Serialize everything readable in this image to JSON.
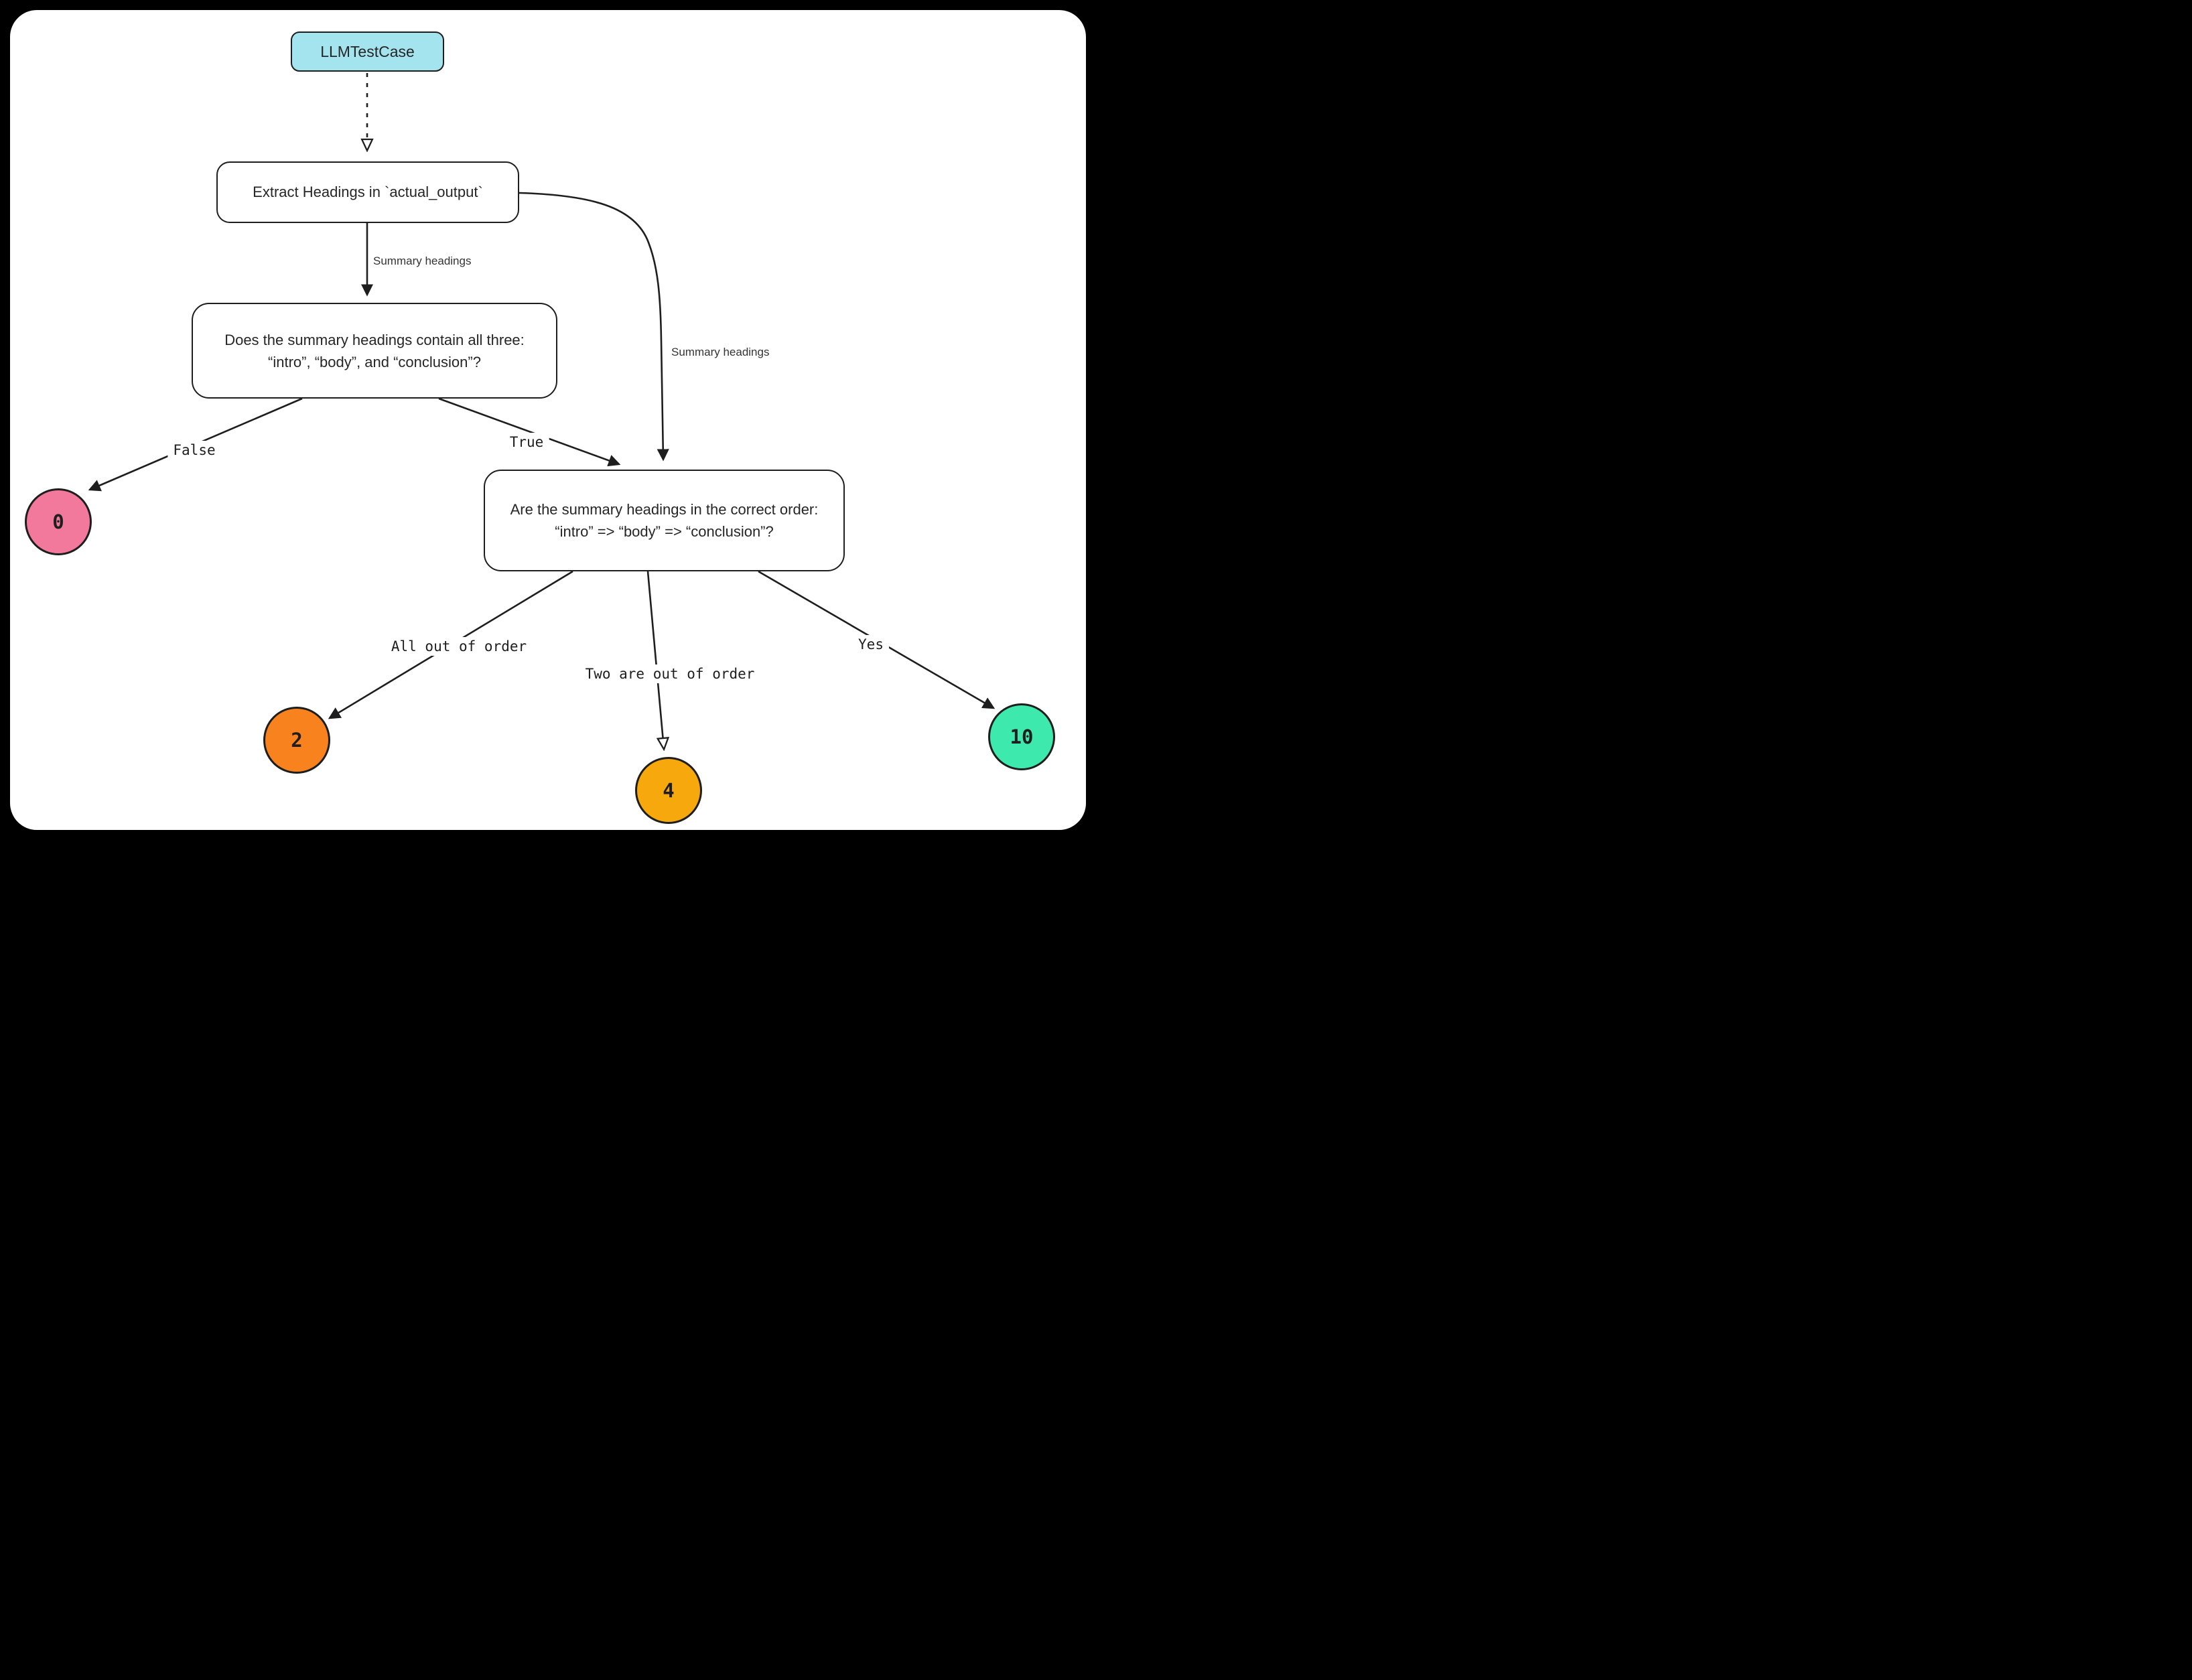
{
  "frame": {
    "background": "#000000",
    "canvas_background": "#ffffff",
    "stroke": "#1e1e1e"
  },
  "nodes": {
    "llm_test_case": {
      "label": "LLMTestCase",
      "fill": "#a3e4ef"
    },
    "extract_headings": {
      "label": "Extract Headings in `actual_output`",
      "fill": "#ffffff"
    },
    "contains_check": {
      "line1": "Does the summary headings contain all three:",
      "line2": "“intro”, “body”, and “conclusion”?",
      "fill": "#ffffff"
    },
    "order_check": {
      "line1": "Are the summary headings in the correct order:",
      "line2": "“intro” => “body” => “conclusion”?",
      "fill": "#ffffff"
    }
  },
  "edges": {
    "summary_headings_left": {
      "label": "Summary headings"
    },
    "summary_headings_right": {
      "label": "Summary headings"
    },
    "false_branch": {
      "label": "False"
    },
    "true_branch": {
      "label": "True"
    },
    "all_out_of_order": {
      "label": "All out of order"
    },
    "two_out_of_order": {
      "label": "Two are out of order"
    },
    "yes_branch": {
      "label": "Yes"
    }
  },
  "scores": {
    "zero": {
      "value": "0",
      "fill": "#f2799c"
    },
    "two": {
      "value": "2",
      "fill": "#f8821e"
    },
    "four": {
      "value": "4",
      "fill": "#f7a80d"
    },
    "ten": {
      "value": "10",
      "fill": "#3ee9ae"
    }
  }
}
